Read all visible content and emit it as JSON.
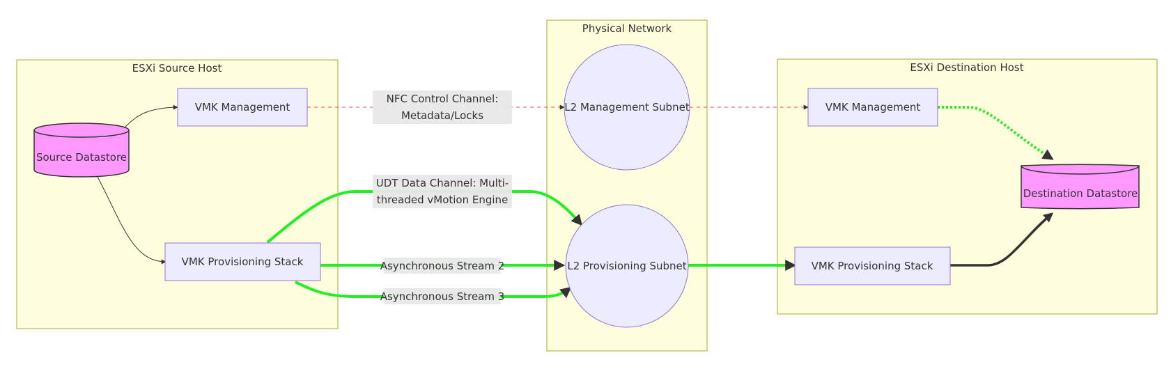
{
  "clusters": {
    "source": {
      "title": "ESXi Source Host"
    },
    "network": {
      "title": "Physical Network"
    },
    "destination": {
      "title": "ESXi Destination Host"
    }
  },
  "nodes": {
    "source_datastore": "Source Datastore",
    "source_vmk_management": "VMK Management",
    "source_vmk_provisioning": "VMK Provisioning Stack",
    "l2_management": "L2 Management Subnet",
    "l2_provisioning": "L2 Provisioning Subnet",
    "dest_vmk_management": "VMK Management",
    "dest_vmk_provisioning": "VMK Provisioning Stack",
    "dest_datastore": "Destination Datastore"
  },
  "edge_labels": {
    "nfc": {
      "line1": "NFC Control Channel:",
      "line2": "Metadata/Locks"
    },
    "udt": {
      "line1": "UDT Data Channel: Multi-",
      "line2": "threaded vMotion Engine"
    },
    "stream2": "Asynchronous Stream 2",
    "stream3": "Asynchronous Stream 3"
  },
  "colors": {
    "cluster_fill": "#ffffde",
    "cluster_stroke": "#aaaa33",
    "node_fill": "#ececff",
    "node_stroke": "#9370db",
    "datastore_fill": "#ff99ff",
    "data_stream": "#22ee22",
    "control_channel": "#ee4444"
  }
}
